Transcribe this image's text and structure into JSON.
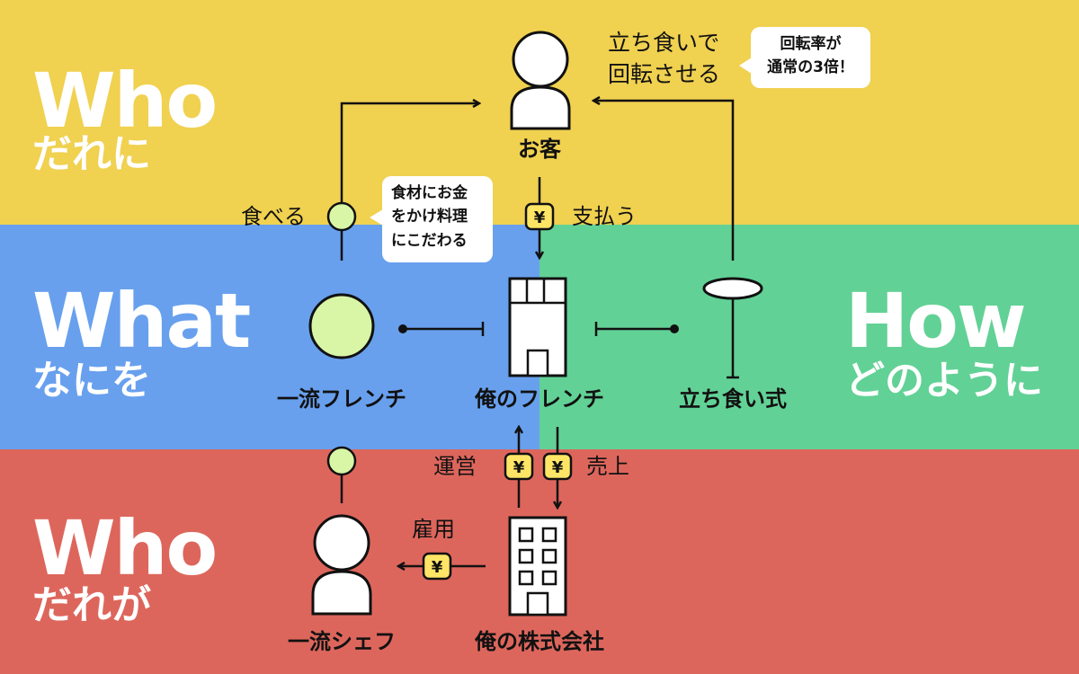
{
  "colors": {
    "top": "#F0D150",
    "left": "#68A0EE",
    "right": "#62D196",
    "bottom": "#DD665C",
    "accent_yen": "#FFE566",
    "accent_circle": "#D9F5A6",
    "stroke": "#111111"
  },
  "sections": {
    "top": {
      "title": "Who",
      "subtitle": "だれに"
    },
    "left": {
      "title": "What",
      "subtitle": "なにを"
    },
    "right": {
      "title": "How",
      "subtitle": "どのように"
    },
    "bottom": {
      "title": "Who",
      "subtitle": "だれが"
    }
  },
  "nodes": {
    "customer": {
      "label": "お客",
      "icon": "person-icon"
    },
    "first_class_french": {
      "label": "一流フレンチ",
      "icon": "circle-icon"
    },
    "my_french": {
      "label": "俺のフレンチ",
      "icon": "shop-building-icon"
    },
    "standing_style": {
      "label": "立ち食い式",
      "icon": "standing-table-icon"
    },
    "first_class_chef": {
      "label": "一流シェフ",
      "icon": "person-icon"
    },
    "my_company": {
      "label": "俺の株式会社",
      "icon": "office-building-icon"
    }
  },
  "edge_labels": {
    "eat": "食べる",
    "pay": "支払う",
    "operate": "運営",
    "sales": "売上",
    "employ": "雇用",
    "turnover_line1": "立ち食いで",
    "turnover_line2": "回転させる"
  },
  "yen_symbol": "¥",
  "bubbles": {
    "ingredients": [
      "食材にお金",
      "をかけ料理",
      "にこだわる"
    ],
    "turnover_rate": [
      "回転率が",
      "通常の3倍！"
    ]
  }
}
